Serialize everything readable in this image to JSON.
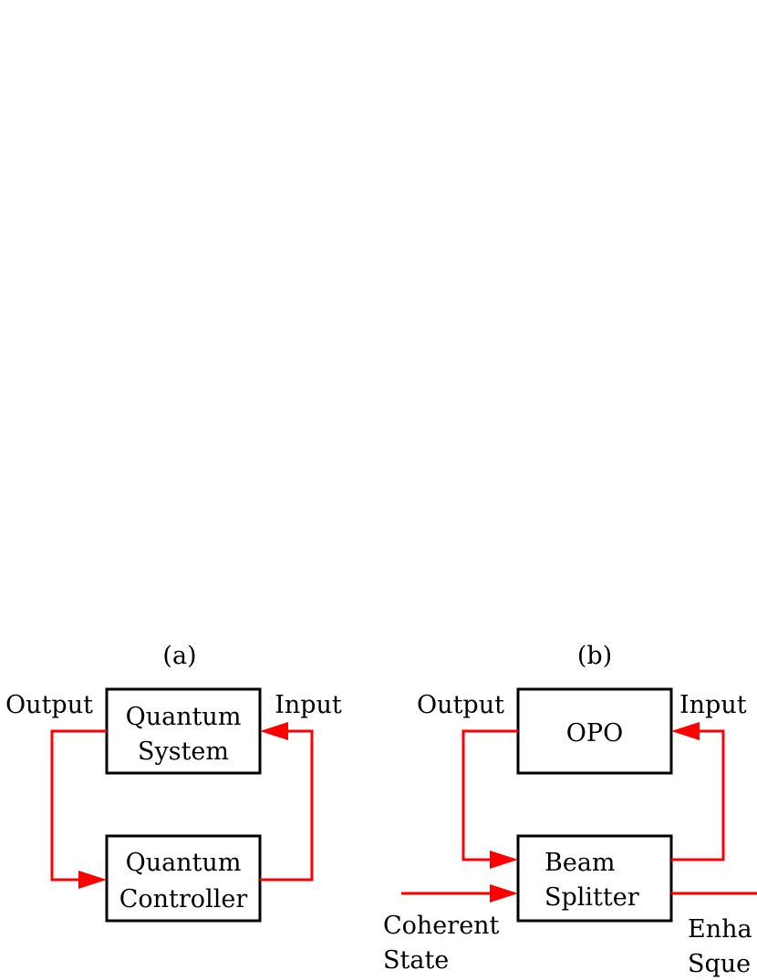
{
  "panel_a": {
    "label": "(a)",
    "output_label": "Output",
    "input_label": "Input",
    "system_box": {
      "line1": "Quantum",
      "line2": "System"
    },
    "controller_box": {
      "line1": "Quantum",
      "line2": "Controller"
    }
  },
  "panel_b": {
    "label": "(b)",
    "output_label": "Output",
    "input_label": "Input",
    "opo_box": {
      "line1": "OPO"
    },
    "beam_splitter_box": {
      "line1": "Beam",
      "line2": "Splitter"
    },
    "coherent_state_label": {
      "line1": "Coherent",
      "line2": "State"
    },
    "enhanced_squeezing_label": {
      "line1": "Enha",
      "line2": "Sque"
    }
  },
  "colors": {
    "signal": "#ff0000",
    "box_border": "#000000",
    "text": "#000000",
    "background": "#ffffff"
  }
}
